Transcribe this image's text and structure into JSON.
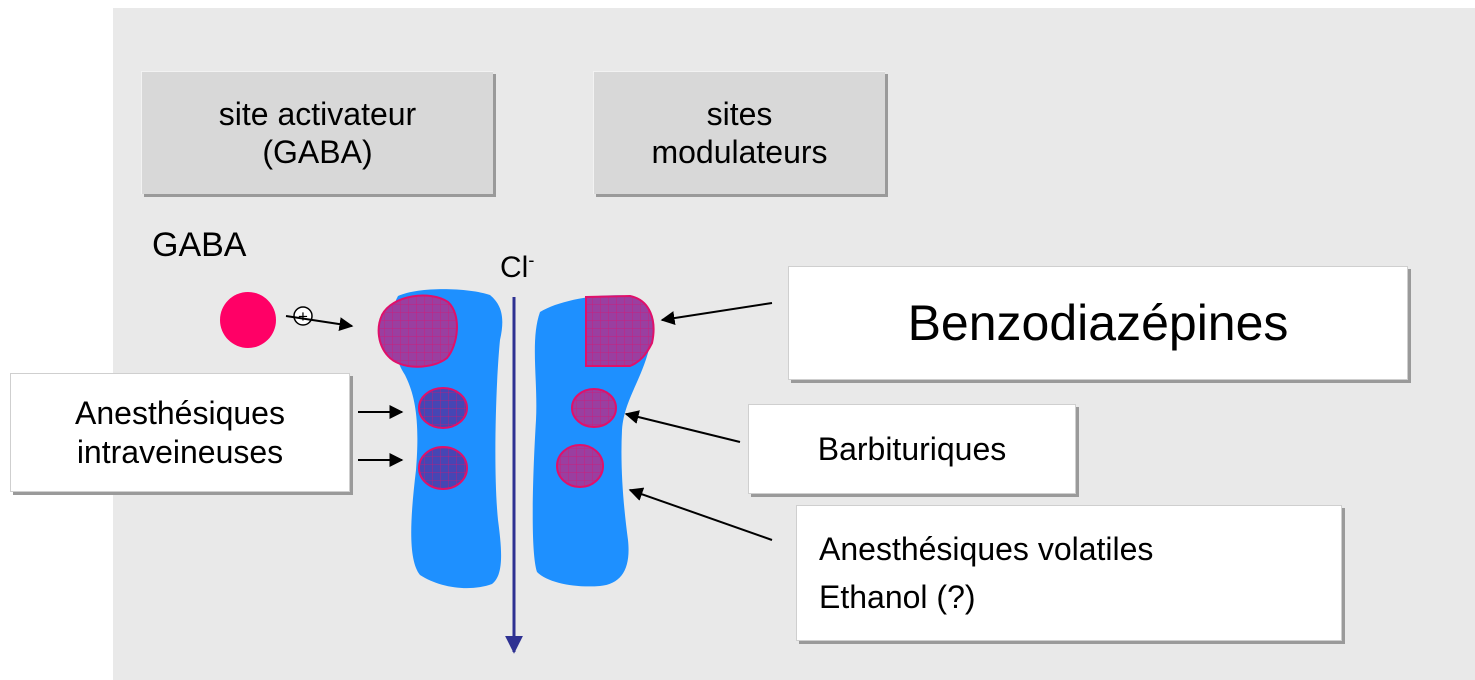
{
  "boxes": {
    "activator_line1": "site activateur",
    "activator_line2": "(GABA)",
    "modulator_line1": "sites",
    "modulator_line2": "modulateurs",
    "iv_line1": "Anesthésiques",
    "iv_line2": "intraveineuses",
    "benzodiazepines": "Benzodiazépines",
    "barbiturates": "Barbituriques",
    "volatile_line1": "Anesthésiques volatiles",
    "volatile_line2": "Ethanol (?)"
  },
  "labels": {
    "gaba": "GABA",
    "chloride": "Cl",
    "chloride_charge": "-",
    "plus_sign": "+"
  },
  "colors": {
    "panel": "#e9e9e9",
    "receptor": "#1e90ff",
    "gaba_ligand": "#ff0066",
    "site_fill": "#9a3fa0",
    "site_fill_blue": "#4646b4",
    "site_outline": "#e0106a",
    "channel_arrow": "#2e3192"
  }
}
